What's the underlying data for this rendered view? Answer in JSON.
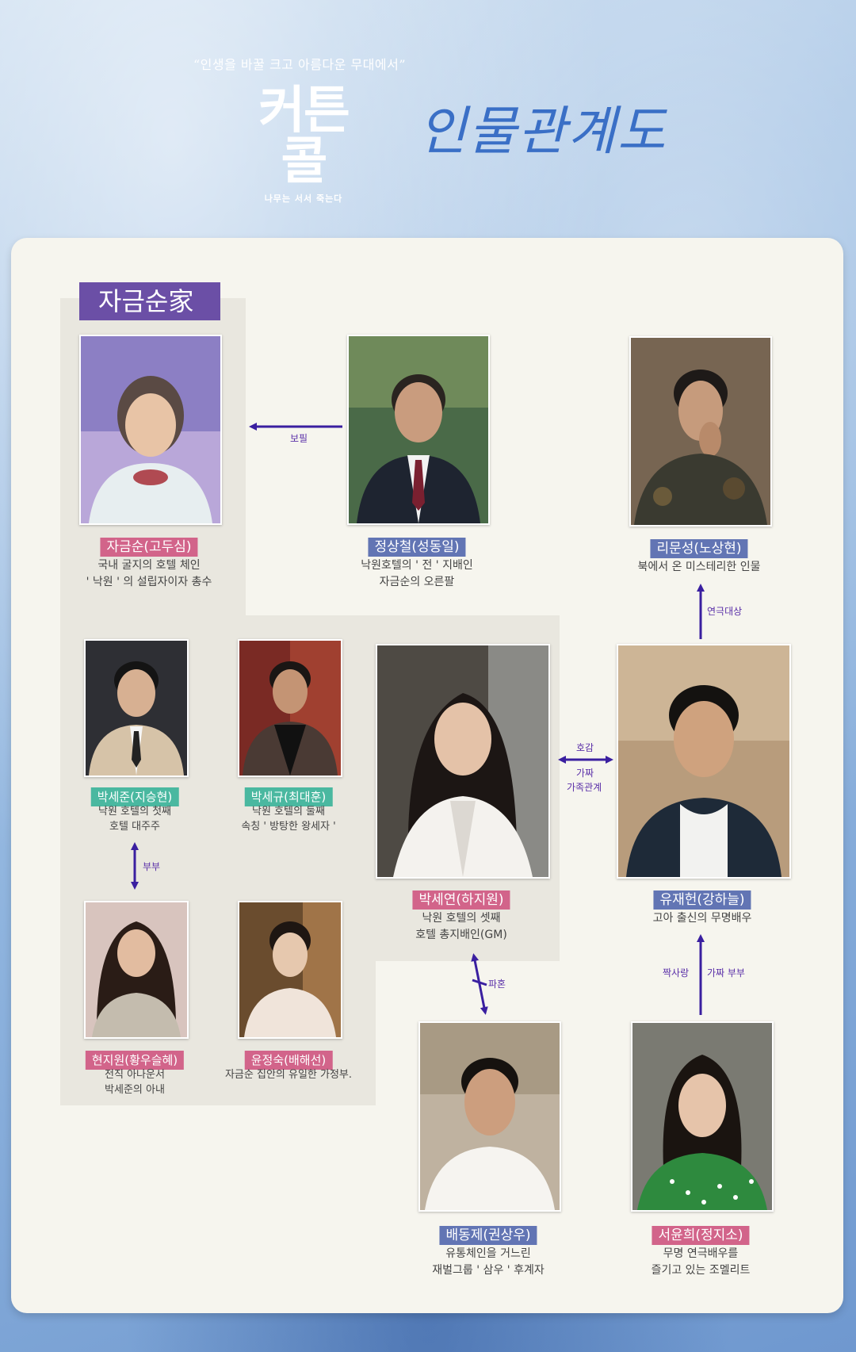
{
  "header": {
    "tagline": "“인생을 바꿀 크고 아름다운 무대에서”",
    "logo_title": "커튼콜",
    "logo_subtitle": "나무는 서서 죽는다",
    "diagram_title": "인물관계도"
  },
  "family_label": "자금순家",
  "characters": {
    "ja": {
      "name": "자금순(고두심)",
      "desc": [
        "국내 굴지의 호텔 체인",
        "' 낙원 ' 의 설립자이자 총수"
      ],
      "color": "#d2648a"
    },
    "jeong": {
      "name": "정상철(성동일)",
      "desc": [
        "낙원호텔의 ' 전 ' 지배인",
        "자금순의 오른팔"
      ],
      "color": "#6275b4"
    },
    "ri": {
      "name": "리문성(노상현)",
      "desc": [
        "북에서 온 미스테리한 인물"
      ],
      "color": "#6275b4"
    },
    "sejun": {
      "name": "박세준(지승현)",
      "desc": [
        "낙원 호텔의 첫째",
        "호텔 대주주"
      ],
      "color": "#4ab8a0"
    },
    "segyu": {
      "name": "박세규(최대훈)",
      "desc": [
        "낙원 호텔의 둘째",
        "속칭  ' 방탕한 왕세자 '"
      ],
      "color": "#4ab8a0"
    },
    "seyeon": {
      "name": "박세연(하지원)",
      "desc": [
        "낙원 호텔의 셋째",
        "호텔 총지배인(GM)"
      ],
      "color": "#d2648a"
    },
    "yu": {
      "name": "유재헌(강하늘)",
      "desc": [
        "고아 출신의 무명배우"
      ],
      "color": "#6275b4"
    },
    "hyun": {
      "name": "현지원(황우슬혜)",
      "desc": [
        "전직 아나운서",
        "박세준의 아내"
      ],
      "color": "#d2648a"
    },
    "yoon": {
      "name": "윤정숙(배해선)",
      "desc": [
        "자금순 집안의 유일한 가정부."
      ],
      "color": "#d2648a"
    },
    "bae": {
      "name": "배동제(권상우)",
      "desc": [
        "유통체인을 거느린",
        "재벌그룹 ' 삼우 ' 후계자"
      ],
      "color": "#6275b4"
    },
    "seo": {
      "name": "서윤희(정지소)",
      "desc": [
        "무명 연극배우를",
        "즐기고 있는 조멜리트"
      ],
      "color": "#d2648a"
    }
  },
  "relations": {
    "assist": "보필",
    "acting_target": "연극대상",
    "favor": "호감",
    "fake": "가짜",
    "fake_family": "가족관계",
    "couple": "부부",
    "broken_engagement": "파혼",
    "crush": "짝사랑",
    "fake_couple": "가짜 부부"
  },
  "colors": {
    "accent_purple": "#6b4fa6",
    "arrow": "#3a1fa0",
    "pink_tag": "#d2648a",
    "blue_tag": "#6275b4",
    "teal_tag": "#4ab8a0"
  }
}
